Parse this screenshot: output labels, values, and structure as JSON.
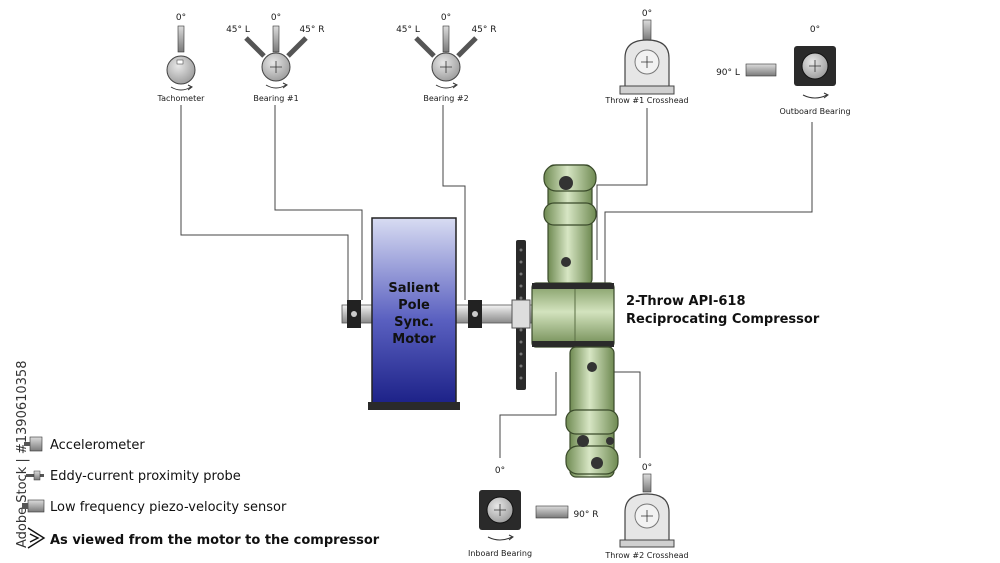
{
  "motor": {
    "line1": "Salient",
    "line2": "Pole",
    "line3": "Sync.",
    "line4": "Motor"
  },
  "compressor": {
    "line1": "2-Throw API-618",
    "line2": "Reciprocating Compressor"
  },
  "sensors": {
    "tachometer": {
      "label": "Tachometer",
      "angle": "0°"
    },
    "bearing1": {
      "label": "Bearing #1",
      "top": "0°",
      "left": "45° L",
      "right": "45° R"
    },
    "bearing2": {
      "label": "Bearing #2",
      "top": "0°",
      "left": "45° L",
      "right": "45° R"
    },
    "throw1": {
      "label": "Throw #1 Crosshead",
      "angle": "0°"
    },
    "outboard": {
      "label": "Outboard Bearing",
      "angle": "0°",
      "side": "90° L"
    },
    "inboard": {
      "label": "Inboard Bearing",
      "angle": "0°",
      "side": "90° R"
    },
    "throw2": {
      "label": "Throw #2 Crosshead",
      "angle": "0°"
    }
  },
  "legend": {
    "accelerometer": "Accelerometer",
    "proximity": "Eddy-current proximity probe",
    "velocity": "Low frequency piezo-velocity sensor",
    "view": "As viewed from the motor to the compressor"
  },
  "watermark": {
    "text": "Adobe Stock | #1390610358"
  },
  "colors": {
    "motor_top": "#c8cdea",
    "motor_bottom": "#2a2f9a",
    "compressor": "#9cb87e",
    "lines": "#333333"
  }
}
